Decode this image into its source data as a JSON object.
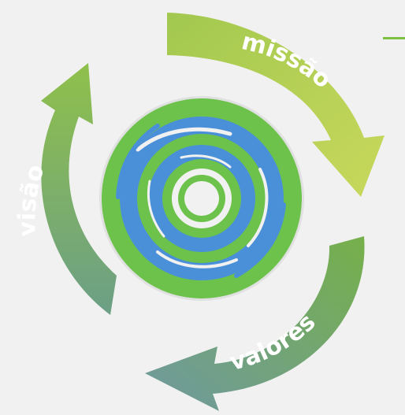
{
  "labels": {
    "missao": "missão",
    "visao": "visão",
    "valores": "valores"
  },
  "colors": {
    "background": "#f1f1f1",
    "missao_start": "#9bc34a",
    "missao_end": "#c5d657",
    "visao_top": "#8dbe4a",
    "visao_bottom": "#6aa47a",
    "valores_start": "#6e9e8e",
    "valores_end": "#79b144",
    "core_green": "#6cc24a",
    "core_blue": "#4a90d9",
    "accent_line": "#7dc143"
  },
  "icons": {
    "center": "swirl-rings-icon"
  }
}
